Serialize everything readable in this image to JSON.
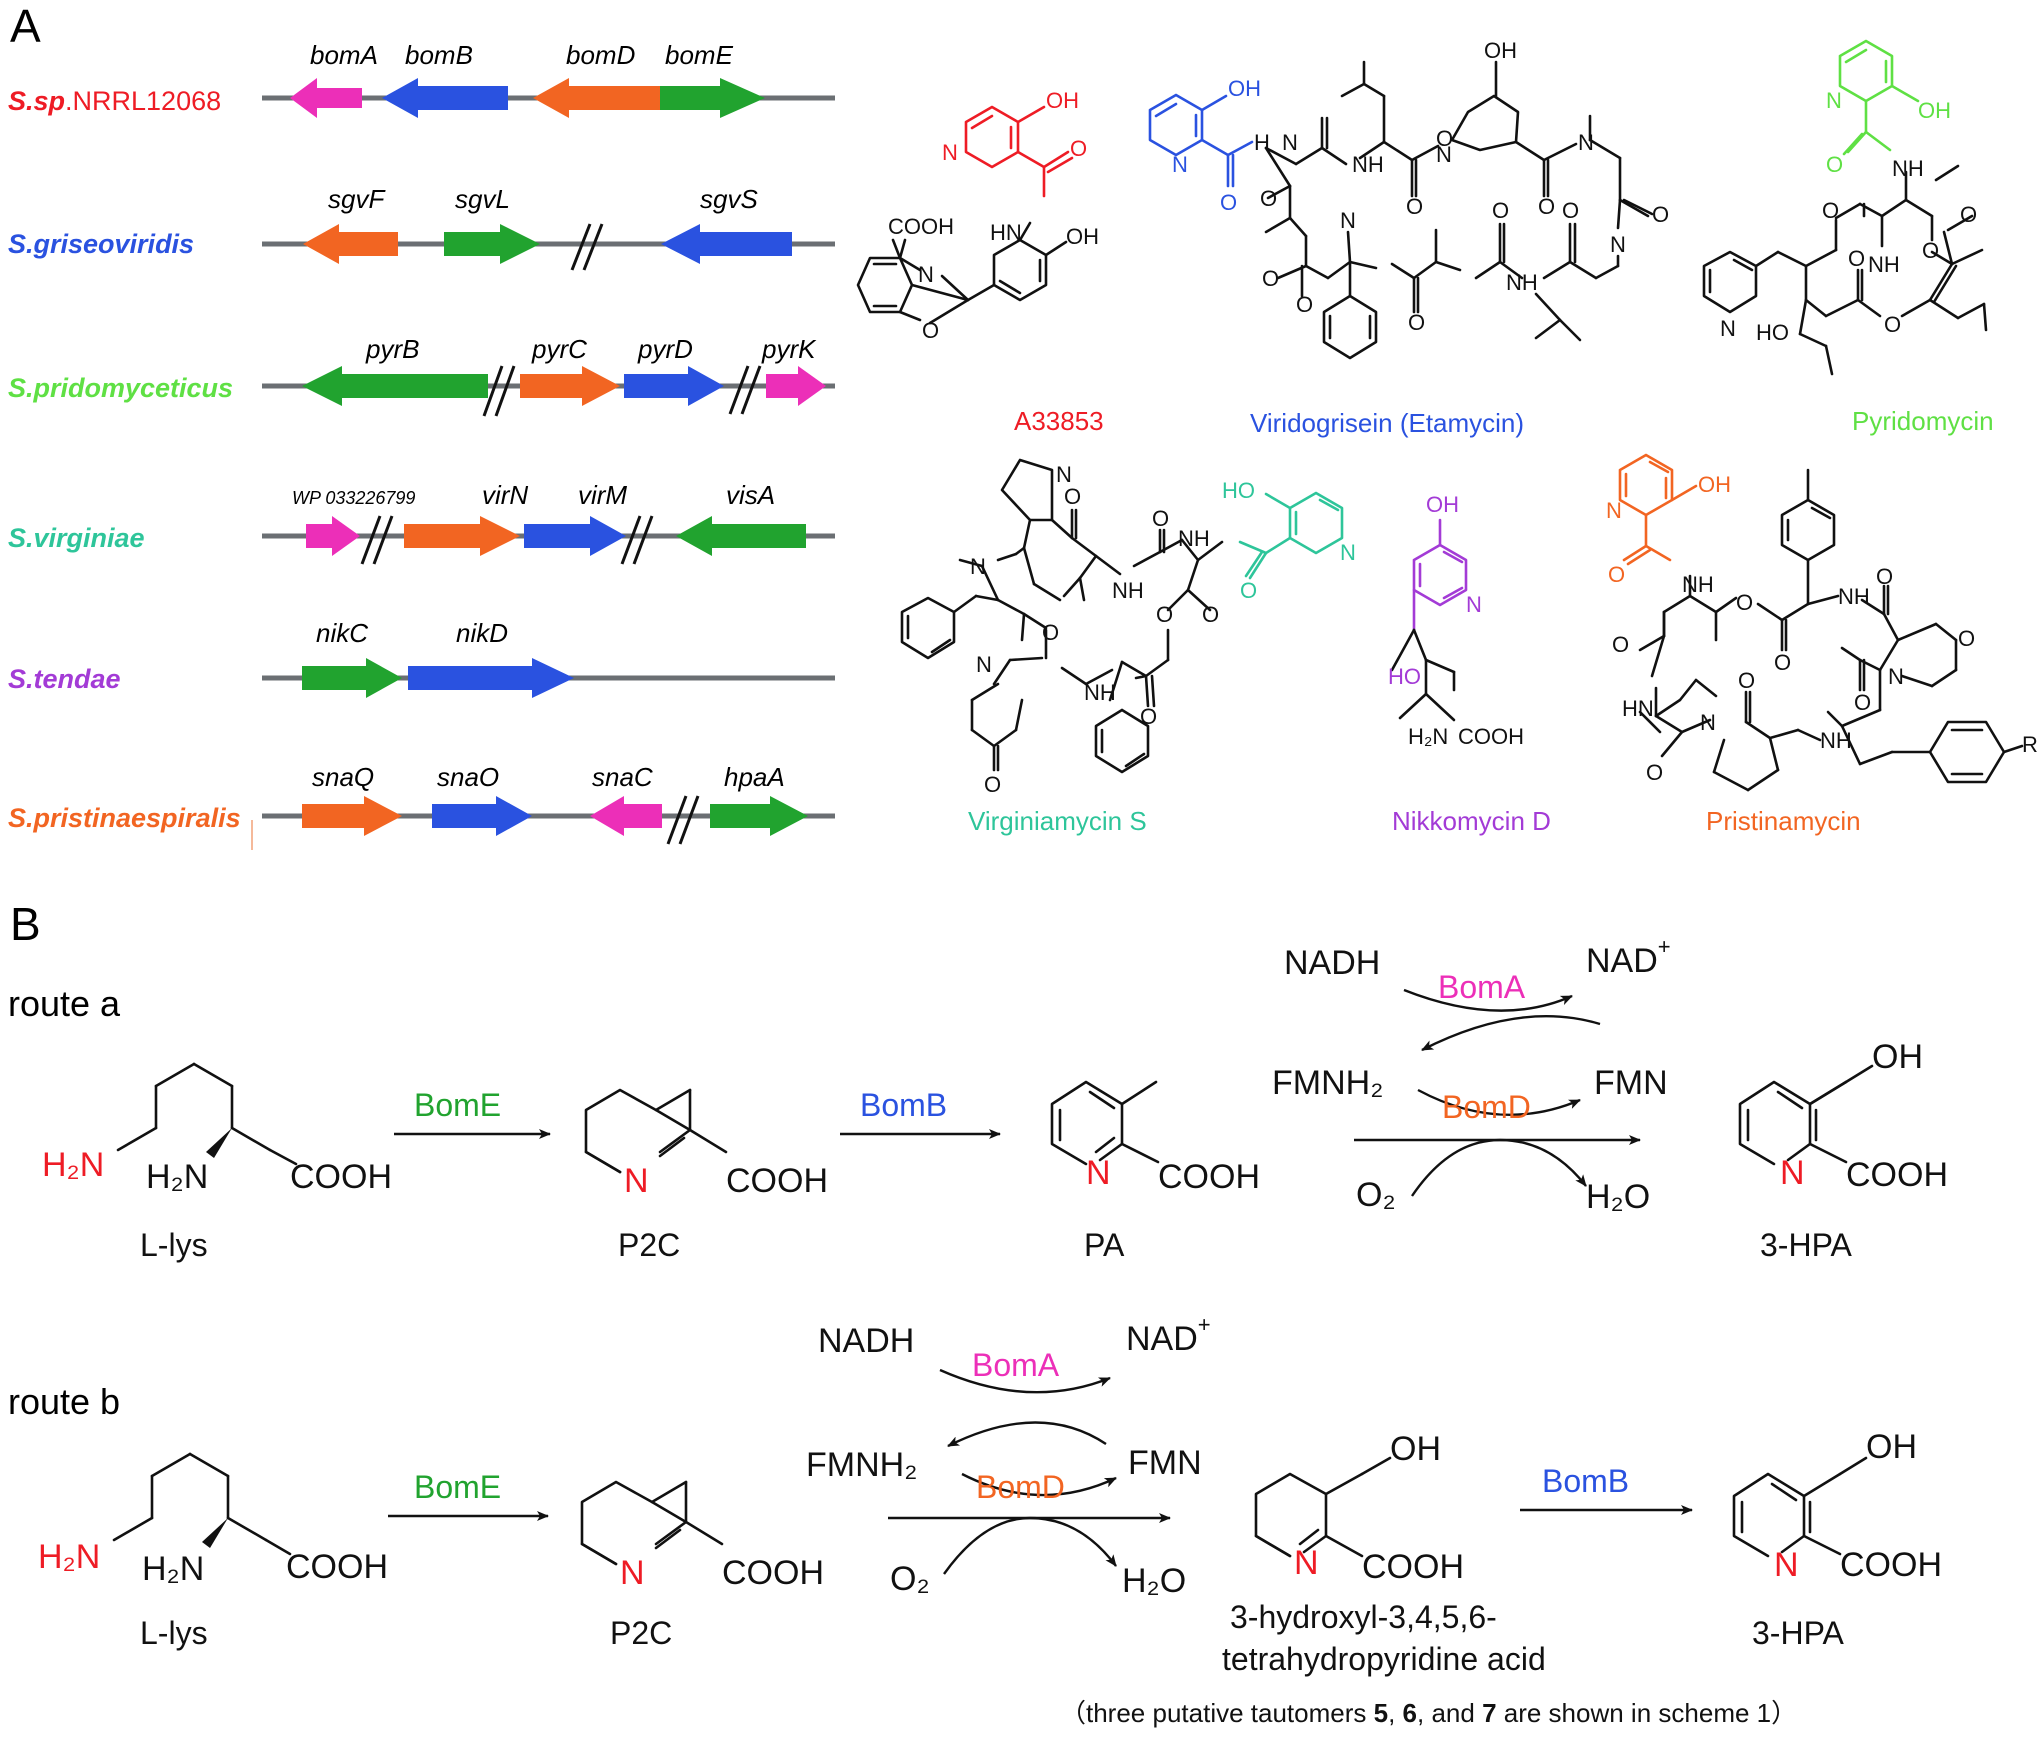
{
  "panels": {
    "a": "A",
    "b": "B"
  },
  "colors": {
    "red": "#ee1c25",
    "blue": "#2a52e0",
    "green": "#21a32f",
    "orange": "#f26522",
    "magenta": "#ec2fb8",
    "teal": "#2ec59a",
    "purple": "#a33bd6",
    "light_green": "#5fe044",
    "black": "#111111",
    "grey": "#6b6f73"
  },
  "gene_clusters": [
    {
      "organism_bold": "S.sp",
      "organism_rest": ".NRRL12068",
      "color": "#ee1c25",
      "genes": [
        {
          "name": "bomA",
          "color": "#ec2fb8"
        },
        {
          "name": "bomB",
          "color": "#2a52e0"
        },
        {
          "name": "bomD",
          "color": "#f26522"
        },
        {
          "name": "bomE",
          "color": "#21a32f"
        }
      ]
    },
    {
      "organism_bold": "S.griseoviridis",
      "organism_rest": "",
      "color": "#2a52e0",
      "genes": [
        {
          "name": "sgvF",
          "color": "#f26522"
        },
        {
          "name": "sgvL",
          "color": "#21a32f"
        },
        {
          "name": "sgvS",
          "color": "#2a52e0"
        }
      ]
    },
    {
      "organism_bold": "S.pridomyceticus",
      "organism_rest": "",
      "color": "#5fe044",
      "genes": [
        {
          "name": "pyrB",
          "color": "#21a32f"
        },
        {
          "name": "pyrC",
          "color": "#f26522"
        },
        {
          "name": "pyrD",
          "color": "#2a52e0"
        },
        {
          "name": "pyrK",
          "color": "#ec2fb8"
        }
      ]
    },
    {
      "organism_bold": "S.virginiae",
      "organism_rest": "",
      "color": "#2ec59a",
      "genes": [
        {
          "name": "WP 033226799",
          "color": "#ec2fb8"
        },
        {
          "name": "virN",
          "color": "#f26522"
        },
        {
          "name": "virM",
          "color": "#2a52e0"
        },
        {
          "name": "visA",
          "color": "#21a32f"
        }
      ]
    },
    {
      "organism_bold": "S.tendae",
      "organism_rest": "",
      "color": "#a33bd6",
      "genes": [
        {
          "name": "nikC",
          "color": "#21a32f"
        },
        {
          "name": "nikD",
          "color": "#2a52e0"
        }
      ]
    },
    {
      "organism_bold": "S.pristinaespiralis",
      "organism_rest": "",
      "color": "#f26522",
      "genes": [
        {
          "name": "snaQ",
          "color": "#f26522"
        },
        {
          "name": "snaO",
          "color": "#2a52e0"
        },
        {
          "name": "snaC",
          "color": "#ec2fb8"
        },
        {
          "name": "hpaA",
          "color": "#21a32f"
        }
      ]
    }
  ],
  "compounds": {
    "a33853": {
      "name": "A33853",
      "color": "#ee1c25"
    },
    "viridogrisein": {
      "name": "Viridogrisein (Etamycin)",
      "color": "#2a52e0"
    },
    "pyridomycin": {
      "name": "Pyridomycin",
      "color": "#5fe044"
    },
    "virginiamycin": {
      "name": "Virginiamycin S",
      "color": "#2ec59a"
    },
    "nikkomycin": {
      "name": "Nikkomycin D",
      "color": "#a33bd6"
    },
    "pristinamycin": {
      "name": "Pristinamycin",
      "color": "#f26522"
    }
  },
  "atoms": {
    "oh": "OH",
    "ho": "HO",
    "n": "N",
    "nh": "NH",
    "hn": "HN",
    "o": "O",
    "cooh": "COOH",
    "h2n": "H₂N",
    "h": "H",
    "r": "R"
  },
  "route_a": {
    "label": "route a",
    "substrate": "L-lys",
    "h2n_red": "H₂N",
    "h2n_black": "H₂N",
    "cooh": "COOH",
    "enzyme1": "BomE",
    "p2c": "P2C",
    "enzyme2": "BomB",
    "pa": "PA",
    "nadh": "NADH",
    "nad": "NAD",
    "nad_sup": "+",
    "boma": "BomA",
    "fmnh2": "FMNH₂",
    "fmn": "FMN",
    "bomd": "BomD",
    "o2": "O₂",
    "h2o": "H₂O",
    "product": "3-HPA",
    "oh": "OH",
    "n": "N"
  },
  "route_b": {
    "label": "route b",
    "substrate": "L-lys",
    "h2n_red": "H₂N",
    "h2n_black": "H₂N",
    "cooh": "COOH",
    "enzyme1": "BomE",
    "p2c": "P2C",
    "nadh": "NADH",
    "nad": "NAD",
    "nad_sup": "+",
    "boma": "BomA",
    "fmnh2": "FMNH₂",
    "fmn": "FMN",
    "bomd": "BomD",
    "o2": "O₂",
    "h2o": "H₂O",
    "intermediate_line1": "3-hydroxyl-3,4,5,6-",
    "intermediate_line2": "tetrahydropyridine acid",
    "enzyme2": "BomB",
    "product": "3-HPA",
    "oh": "OH",
    "n": "N"
  },
  "footnote": {
    "open": "（three putative tautomers ",
    "t5": "5",
    "sep1": ", ",
    "t6": "6",
    "sep2": ", and ",
    "t7": "7",
    "close": " are shown in scheme 1）"
  }
}
